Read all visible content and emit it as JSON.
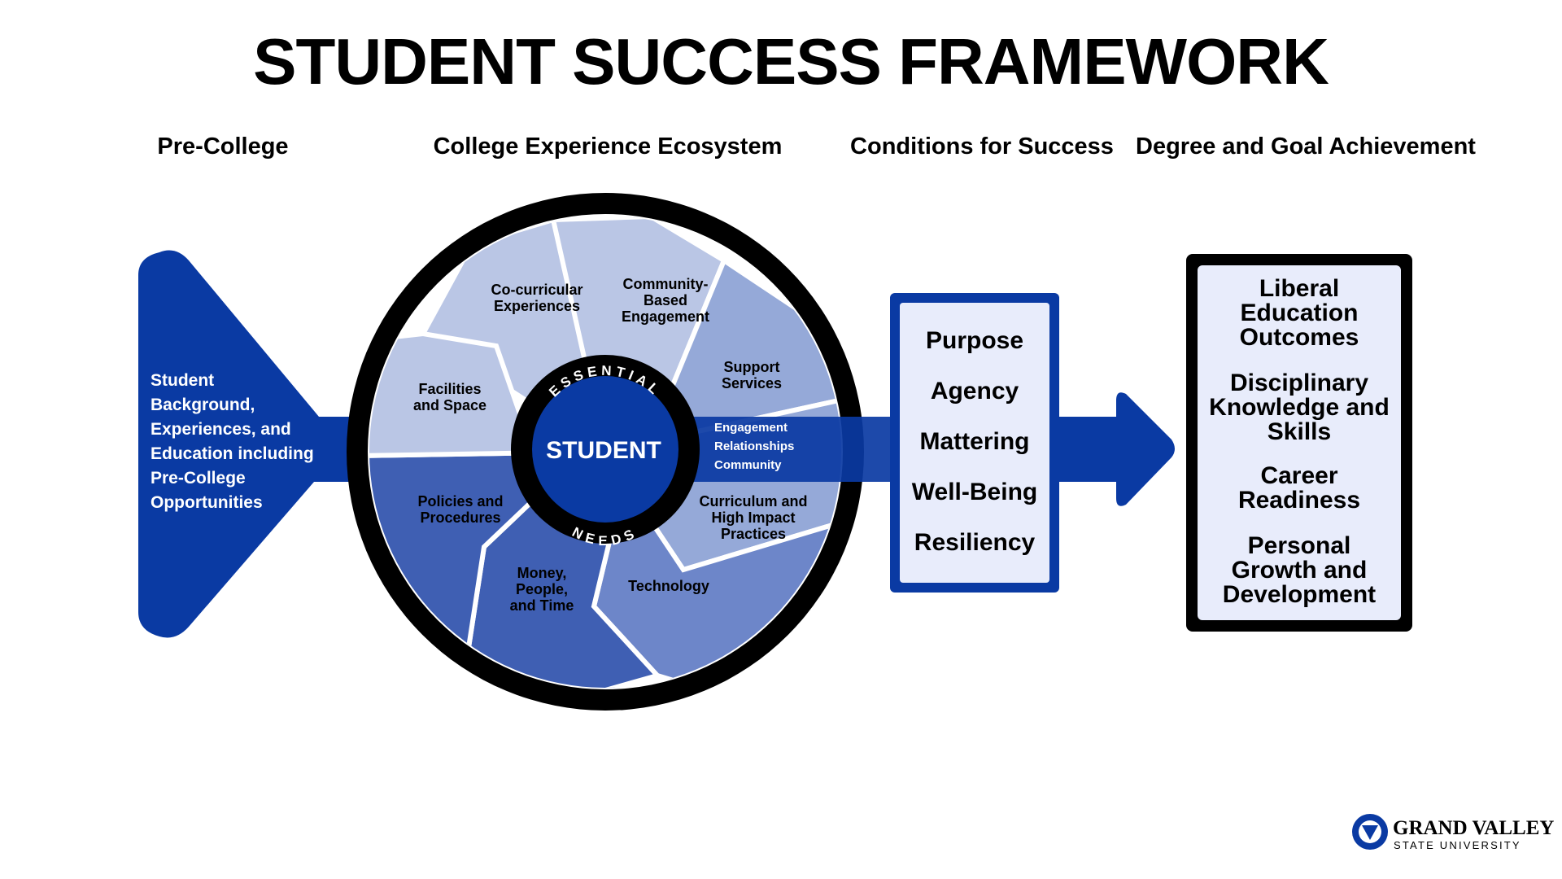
{
  "title": "STUDENT SUCCESS FRAMEWORK",
  "column_headers": {
    "pre_college": "Pre-College",
    "ecosystem": "College Experience Ecosystem",
    "conditions": "Conditions for Success",
    "achievement": "Degree and Goal Achievement"
  },
  "pre_college_text": [
    "Student",
    "Background,",
    "Experiences, and",
    "Education including",
    "Pre-College",
    "Opportunities"
  ],
  "ecosystem": {
    "segments": [
      {
        "id": "co-curricular",
        "lines": [
          "Co-curricular",
          "Experiences"
        ]
      },
      {
        "id": "community-based",
        "lines": [
          "Community-",
          "Based",
          "Engagement"
        ]
      },
      {
        "id": "support-services",
        "lines": [
          "Support",
          "Services"
        ]
      },
      {
        "id": "curriculum",
        "lines": [
          "Curriculum and",
          "High Impact",
          "Practices"
        ]
      },
      {
        "id": "technology",
        "lines": [
          "Technology"
        ]
      },
      {
        "id": "money-people-time",
        "lines": [
          "Money,",
          "People,",
          "and Time"
        ]
      },
      {
        "id": "policies",
        "lines": [
          "Policies and",
          "Procedures"
        ]
      },
      {
        "id": "facilities",
        "lines": [
          "Facilities",
          "and Space"
        ]
      }
    ],
    "center_label": "STUDENT",
    "ring_top": "ESSENTIAL",
    "ring_bottom": "NEEDS",
    "band_lines": [
      "Engagement",
      "Relationships",
      "Community"
    ]
  },
  "conditions": [
    "Purpose",
    "Agency",
    "Mattering",
    "Well-Being",
    "Resiliency"
  ],
  "outcomes": [
    {
      "id": "liberal-education",
      "lines": [
        "Liberal",
        "Education",
        "Outcomes"
      ]
    },
    {
      "id": "disciplinary-knowledge",
      "lines": [
        "Disciplinary",
        "Knowledge and",
        "Skills"
      ]
    },
    {
      "id": "career-readiness",
      "lines": [
        "Career",
        "Readiness"
      ]
    },
    {
      "id": "personal-growth",
      "lines": [
        "Personal",
        "Growth and",
        "Development"
      ]
    }
  ],
  "logo": {
    "line1": "GRAND VALLEY",
    "line2": "STATE UNIVERSITY"
  },
  "colors": {
    "primary_blue": "#0a3aa3",
    "dark_blue": "#0a2c8c",
    "segment_light": "#bac6e5",
    "segment_mid": "#95a9d8",
    "segment_mid2": "#6d86c9",
    "segment_dark": "#3f5fb3",
    "box_fill": "#e8ecfb",
    "ring": "#000000"
  }
}
